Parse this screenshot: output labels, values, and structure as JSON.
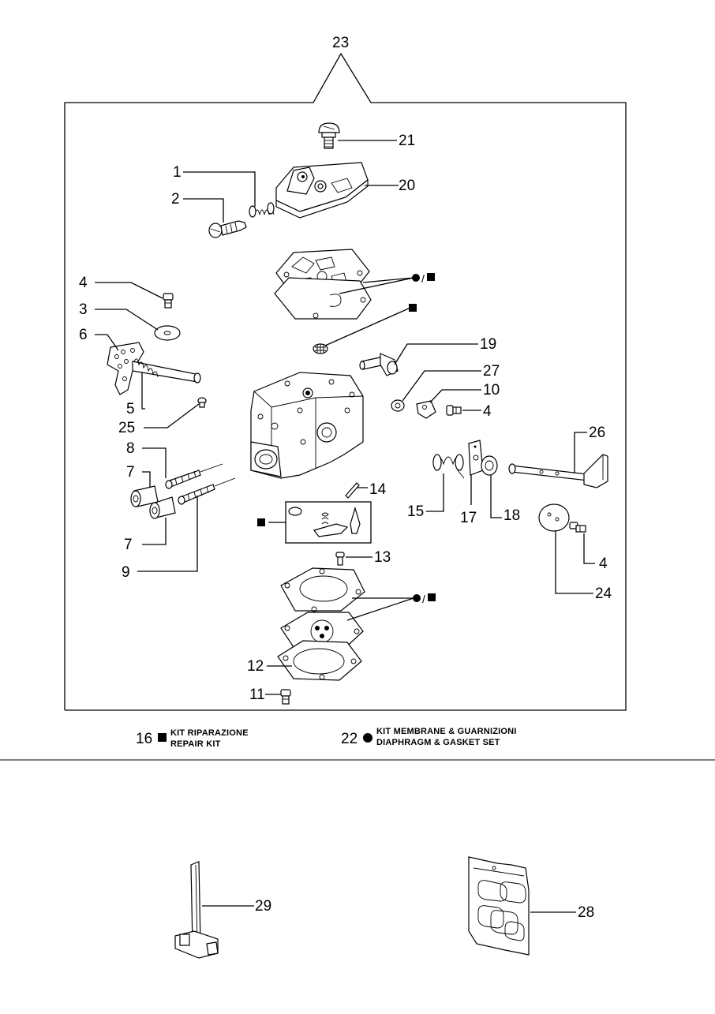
{
  "assembly_number": "23",
  "callouts": {
    "c1": "1",
    "c2": "2",
    "c3": "3",
    "c4a": "4",
    "c4b": "4",
    "c4c": "4",
    "c5": "5",
    "c6": "6",
    "c7a": "7",
    "c7b": "7",
    "c8": "8",
    "c9": "9",
    "c10": "10",
    "c11": "11",
    "c12": "12",
    "c13": "13",
    "c14": "14",
    "c15": "15",
    "c17": "17",
    "c18": "18",
    "c19": "19",
    "c20": "20",
    "c21": "21",
    "c24": "24",
    "c25": "25",
    "c26": "26",
    "c27": "27",
    "c28": "28",
    "c29": "29"
  },
  "kit_marks": {
    "mark_a": "/",
    "mark_b": "/"
  },
  "legend": {
    "repair_kit": {
      "number": "16",
      "line1": "KIT RIPARAZIONE",
      "line2": "REPAIR KIT"
    },
    "gasket_set": {
      "number": "22",
      "line1": "KIT MEMBRANE & GUARNIZIONI",
      "line2": "DIAPHRAGM & GASKET SET"
    }
  }
}
